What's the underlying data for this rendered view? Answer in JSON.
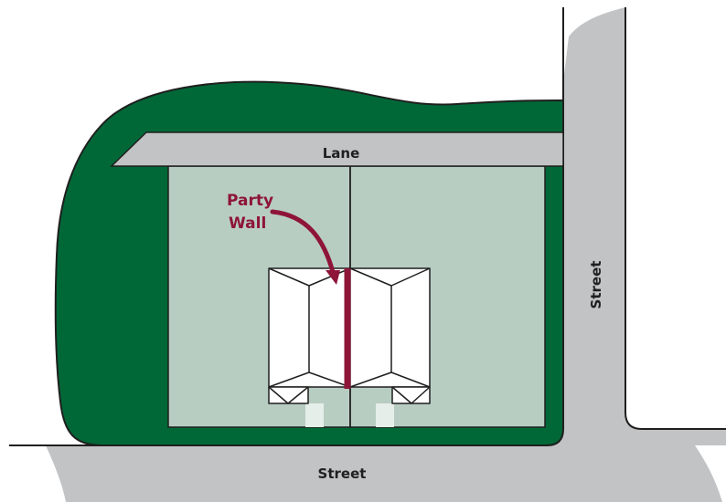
{
  "labels": {
    "lane": "Lane",
    "street_bottom": "Street",
    "street_right": "Street",
    "party_wall_line1": "Party",
    "party_wall_line2": "Wall"
  },
  "colors": {
    "green_space": "#006837",
    "lot": "#b8cdc2",
    "road": "#c2c3c5",
    "house": "#ffffff",
    "party_wall": "#8e1538",
    "outline": "#1f1f1f",
    "driveway": "#e6eee9"
  }
}
